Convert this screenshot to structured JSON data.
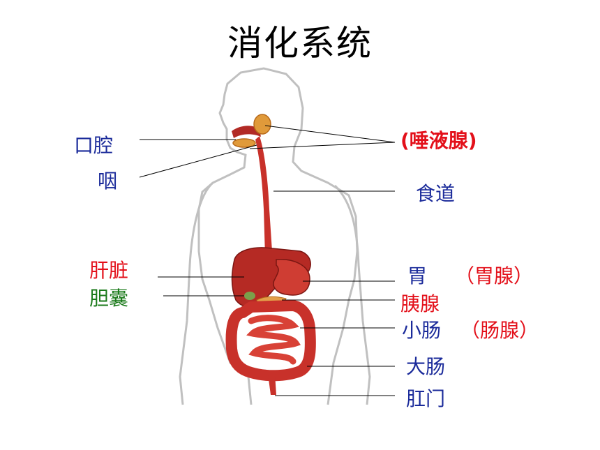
{
  "title": "消化系统",
  "labels": {
    "mouth": "口腔",
    "pharynx": "咽",
    "salivary": "(唾液腺)",
    "esophagus": "食道",
    "liver": "肝脏",
    "gallbladder": "胆囊",
    "stomach": "胃",
    "gastric_gland": "（胃腺）",
    "pancreas": "胰腺",
    "small_intestine": "小肠",
    "intestinal_gland": "（肠腺）",
    "large_intestine": "大肠",
    "anus": "肛门"
  },
  "colors": {
    "organ_label": "#1a2a9a",
    "gland_label": "#e3101a",
    "gallbladder_label": "#1a7a1a",
    "organ_fill": "#c8312a",
    "body_outline": "#b0b0b0"
  }
}
